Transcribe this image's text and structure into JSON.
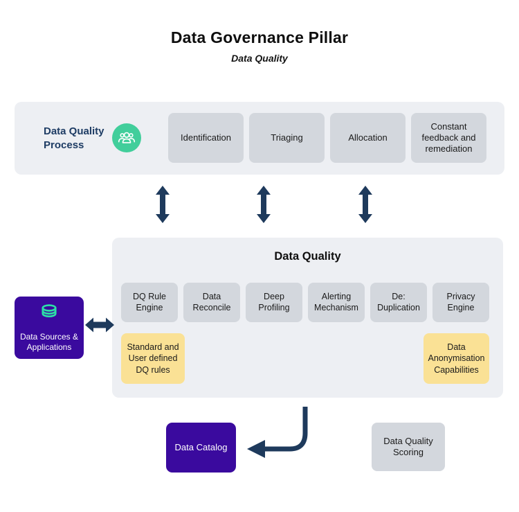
{
  "header": {
    "title": "Data Governance Pillar",
    "subtitle": "Data Quality"
  },
  "process": {
    "label": "Data Quality Process",
    "icon": "people-group-icon",
    "steps": [
      "Identification",
      "Triaging",
      "Allocation",
      "Constant feedback and remediation"
    ]
  },
  "quality": {
    "title": "Data Quality",
    "modules": [
      "DQ Rule Engine",
      "Data Reconcile",
      "Deep Profiling",
      "Alerting Mechanism",
      "De: Duplication",
      "Privacy Engine"
    ],
    "highlights": [
      "Standard and User defined DQ rules",
      "Data Anonymisation Capabilities"
    ]
  },
  "nodes": {
    "data_sources": {
      "label": "Data Sources & Applications",
      "icon": "database-icon"
    },
    "data_catalog": {
      "label": "Data Catalog"
    },
    "dq_scoring": {
      "label": "Data Quality Scoring"
    }
  },
  "colors": {
    "panel_bg": "#edeff3",
    "box_gray": "#d3d7dd",
    "box_yellow": "#fae195",
    "box_purple": "#3a0a9e",
    "arrow_navy": "#1e3a5c",
    "icon_green": "#41ce9b",
    "icon_teal": "#2ce0a7",
    "label_navy": "#1e3c64"
  }
}
